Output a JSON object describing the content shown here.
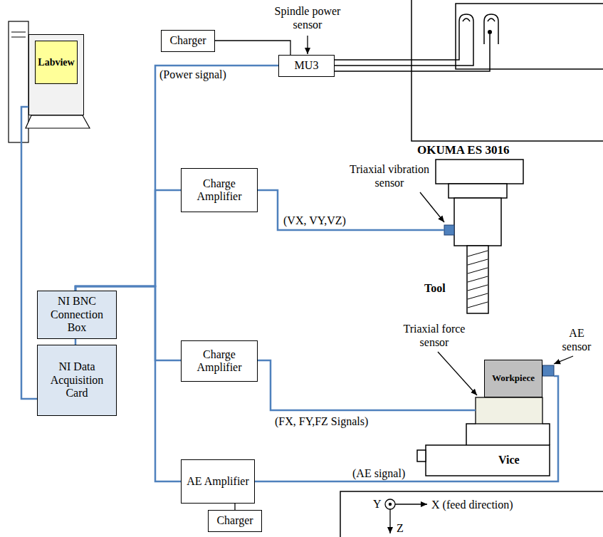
{
  "diagram": {
    "nodes": [
      {
        "text": [
          "Labview"
        ]
      },
      {
        "text": [
          "Charger"
        ]
      },
      {
        "text": [
          "MU3"
        ]
      },
      {
        "text": [
          "Charge Amplifier"
        ]
      },
      {
        "text": [
          "NI BNC Connection Box"
        ]
      },
      {
        "text": [
          "Charge Amplifier"
        ]
      },
      {
        "text": [
          "NI Data Acquisition Card"
        ]
      },
      {
        "text": [
          "AE Amplifier"
        ]
      },
      {
        "text": [
          "Charger"
        ]
      },
      {
        "text": [
          "Workpiece"
        ]
      }
    ],
    "edges": [
      {
        "from": 1,
        "to": 2,
        "arrow": "none"
      },
      {
        "from": 2,
        "to": 4,
        "arrow": "none"
      },
      {
        "from": 3,
        "to": 4,
        "arrow": "none"
      },
      {
        "from": 5,
        "to": 4,
        "arrow": "none"
      },
      {
        "from": 7,
        "to": 4,
        "arrow": "none"
      },
      {
        "from": 7,
        "to": 8,
        "arrow": "none"
      },
      {
        "from": 4,
        "to": 6,
        "arrow": "none"
      },
      {
        "from": 6,
        "to": 0,
        "arrow": "none"
      }
    ],
    "labels": [
      "Spindle power sensor",
      "(Power signal)",
      "OKUMA ES 3016",
      "Triaxial vibration sensor",
      "(VX, VY,VZ)",
      "Tool",
      "AE sensor",
      "Triaxial force sensor",
      "(FX, FY,FZ Signals)",
      "Vice",
      "(AE signal)",
      "Y",
      "X (feed direction)",
      "Z"
    ]
  }
}
